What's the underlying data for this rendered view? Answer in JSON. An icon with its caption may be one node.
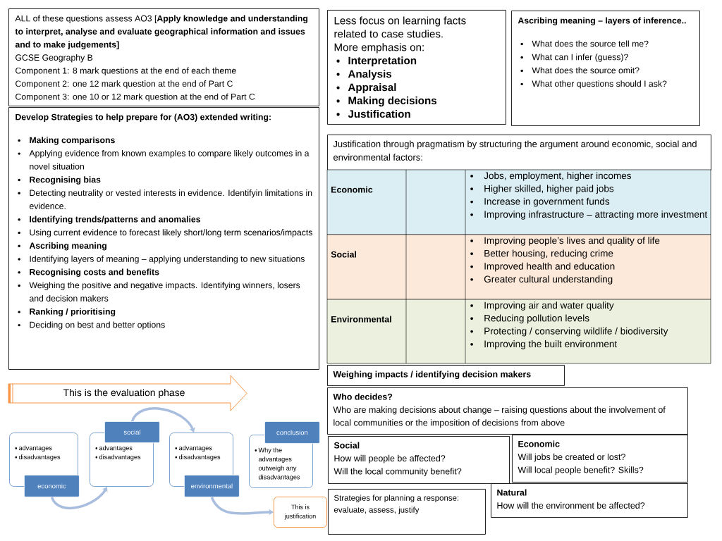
{
  "diagram": {
    "nodes": [
      {
        "text": [
          "ALL of these questions assess AO3 [**Apply knowledge and understanding to interpret, analyse and evaluate geographical information and issues and to make judgements]**",
          "GCSE Geography B",
          "Component 1: 8 mark questions at the end of each theme",
          "Component 2: one 12 mark question at the end of Part C",
          "Component 3: one 10 or 12 mark question at the end of Part C"
        ]
      },
      {
        "text": [
          "Develop Strategies to help prepare for (AO3) extended writing:",
          "Making comparisons",
          "Applying evidence from known examples to compare likely outcomes in a novel situation",
          "Recognising bias",
          "Detecting neutrality or vested interests in evidence. Identifyin limitations in evidence.",
          "Identifying trends/patterns and anomalies",
          "Using current evidence to forecast likely short/long term scenarios/impacts",
          "Ascribing meaning",
          "Identifying layers of meaning – applying understanding to new situations",
          "Recognising costs and benefits",
          "Weighing the positive and negative impacts. Identifying winners, losers and decision makers",
          "Ranking / prioritising",
          "Deciding on best and better options"
        ]
      },
      {
        "text": [
          "Less focus on learning facts related to case studies.",
          "More emphasis on:",
          "Interpretation",
          "Analysis",
          "Appraisal",
          "Making decisions",
          "Justification"
        ]
      },
      {
        "text": [
          "Ascribing meaning – layers of inference..",
          "What does the source tell me?",
          "What can I infer (guess)?",
          "What does the source omit?",
          "What other questions should I ask?"
        ]
      },
      {
        "text": [
          "Justification through pragmatism by structuring the argument around economic, social and environmental factors:"
        ]
      },
      {
        "text": [
          "Weighing impacts / identifying decision makers"
        ]
      },
      {
        "text": [
          "Who decides?",
          "Who are making decisions about change – raising questions about the involvement of local communities or the imposition of decisions from above"
        ]
      },
      {
        "text": [
          "Social",
          "How will people be affected?",
          "Will the local community benefit?"
        ]
      },
      {
        "text": [
          "Economic",
          "Will jobs be created or lost?",
          "Will local people benefit? Skills?"
        ]
      },
      {
        "text": [
          "Strategies for planning a response: evaluate, assess, justify"
        ]
      },
      {
        "text": [
          "Natural",
          "How will the environment be affected?"
        ]
      },
      {
        "text": [
          "This is the evaluation phase"
        ]
      },
      {
        "text": [
          "advantages",
          "disadvantages"
        ]
      },
      {
        "text": [
          "economic"
        ]
      },
      {
        "text": [
          "social"
        ]
      },
      {
        "text": [
          "advantages",
          "disadvantages"
        ]
      },
      {
        "text": [
          "advantages",
          "disadvantages"
        ]
      },
      {
        "text": [
          "environmental"
        ]
      },
      {
        "text": [
          "conclusion"
        ]
      },
      {
        "text": [
          "Why the advantages outweigh any disadvantages"
        ]
      },
      {
        "text": [
          "This is justification"
        ]
      }
    ],
    "edges": [
      {
        "from": 13,
        "to": 15,
        "arrow": "to"
      },
      {
        "from": 14,
        "to": 16,
        "arrow": "to"
      },
      {
        "from": 17,
        "to": 20,
        "arrow": "to"
      }
    ],
    "labels": [
      "Economic",
      "Jobs, employment, higher incomes",
      "Higher skilled, higher paid jobs",
      "Increase in government funds",
      "Improving infrastructure – attracting more investment",
      "Social",
      "Improving people’s lives and quality of life",
      "Better housing, reducing crime",
      "Improved health and education",
      "Greater cultural understanding",
      "Environmental",
      "Improving air and water quality",
      "Reducing pollution levels",
      "Protecting / conserving wildlife / biodiversity",
      "Improving the built environment"
    ]
  }
}
